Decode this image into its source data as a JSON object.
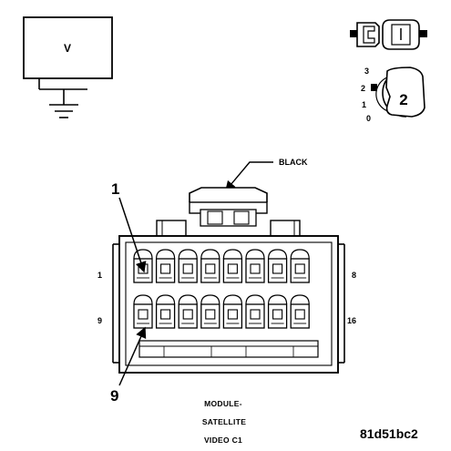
{
  "meter": {
    "symbol": "V"
  },
  "key_position": {
    "positions": [
      "3",
      "2",
      "1",
      "0"
    ],
    "selected": "2"
  },
  "connector": {
    "color_label": "BLACK",
    "top_row_left": "1",
    "top_row_right": "8",
    "bottom_row_left": "9",
    "bottom_row_right": "16",
    "callout_top": "1",
    "callout_bottom": "9",
    "top_row_count": 8,
    "bottom_row_count": 8
  },
  "caption": {
    "line1": "MODULE-",
    "line2": "SATELLITE",
    "line3": "VIDEO C1"
  },
  "figure_id": "81d51bc2"
}
